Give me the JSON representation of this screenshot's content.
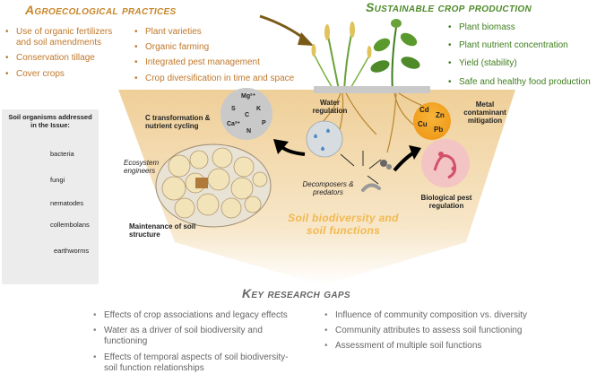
{
  "agro": {
    "title": "Agroecological practices",
    "left_items": [
      "Use of organic fertilizers and soil amendments",
      "Conservation tillage",
      "Cover crops"
    ],
    "right_items": [
      "Plant varieties",
      "Organic farming",
      "Integrated pest management",
      "Crop diversification in time and space"
    ]
  },
  "crop": {
    "title": "Sustainable crop production",
    "items": [
      "Plant biomass",
      "Plant nutrient concentration",
      "Yield (stability)",
      "Safe and healthy food production"
    ]
  },
  "organisms": {
    "title": "Soil organisms addressed in the Issue:",
    "items": [
      "bacteria",
      "fungi",
      "nematodes",
      "collembolans",
      "earthworms"
    ]
  },
  "functions": {
    "c_transform": "C transformation & nutrient cycling",
    "water": "Water regulation",
    "metal": "Metal contaminant mitigation",
    "engineers": "Ecosystem engineers",
    "decomposers": "Decomposers & predators",
    "structure": "Maintenance of soil structure",
    "pest": "Biological pest regulation",
    "center": "Soil biodiversity and soil functions"
  },
  "nutrients": [
    "Mg²⁺",
    "S",
    "K",
    "C",
    "Ca²⁺",
    "P",
    "N"
  ],
  "metals": [
    "Cd",
    "Zn",
    "Cu",
    "Pb"
  ],
  "gaps": {
    "title": "Key research gaps",
    "left": [
      "Effects of crop associations and legacy effects",
      "Water as a driver of soil biodiversity and functioning",
      "Effects of temporal aspects of soil biodiversity-soil function relationships"
    ],
    "right": [
      "Influence of community composition vs. diversity",
      "Community attributes to assess soil functioning",
      "Assessment of multiple soil functions"
    ]
  },
  "colors": {
    "orange": "#c8862a",
    "green": "#4f8a2a",
    "soil": "#f1d9ad",
    "center_title": "#f2b950",
    "gray": "#666666"
  }
}
